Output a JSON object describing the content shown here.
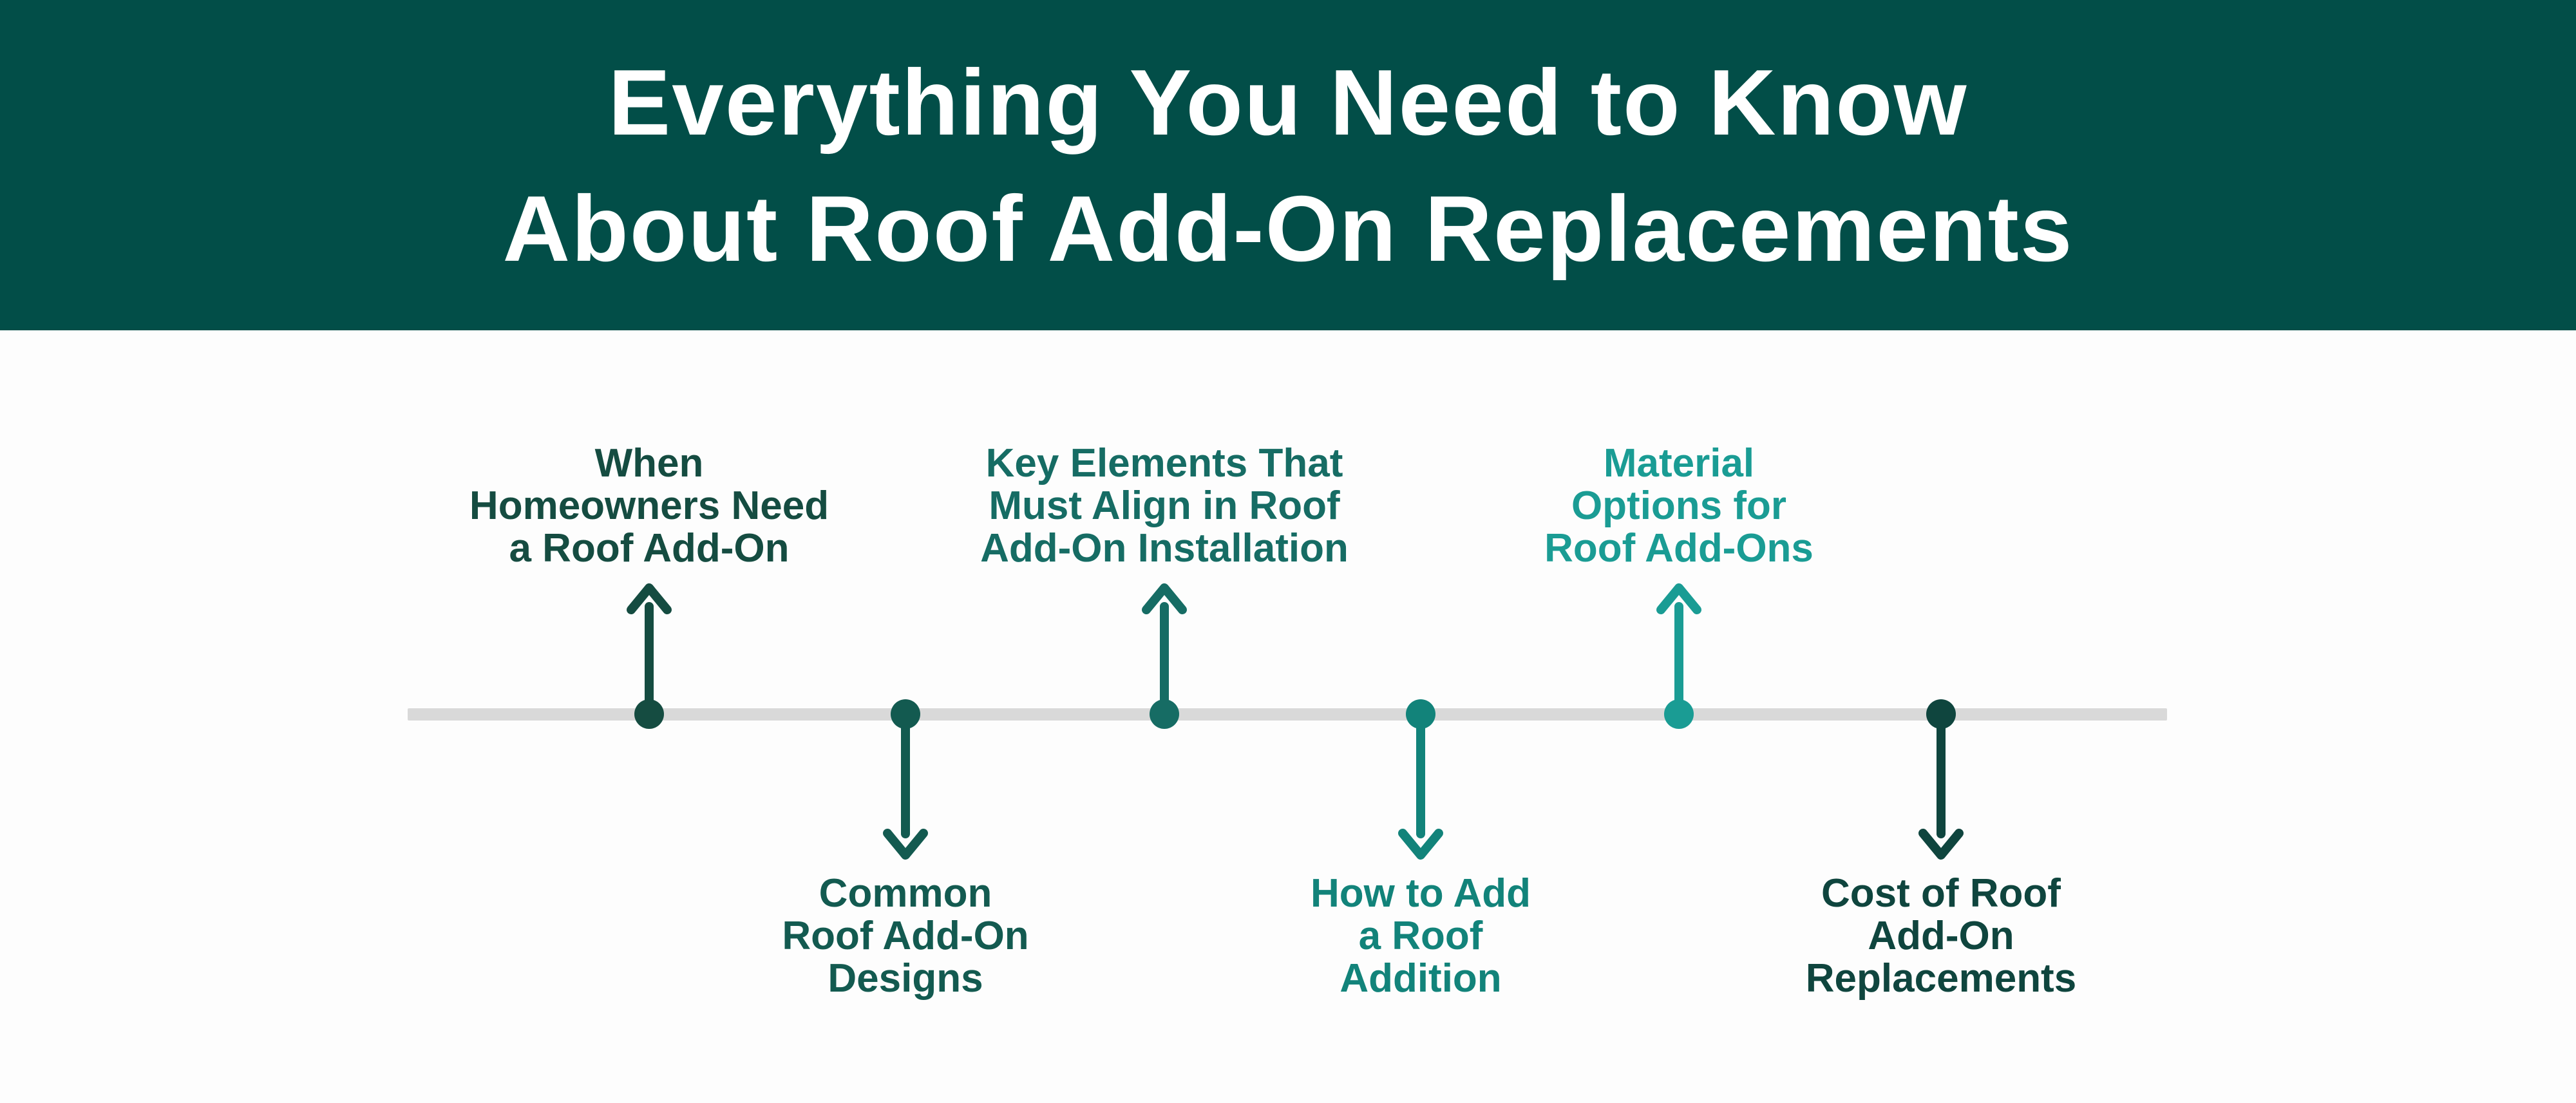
{
  "page": {
    "background_color": "#fdfdfd"
  },
  "header": {
    "background_color": "#024e48",
    "text_color": "#ffffff",
    "title_line1": "Everything You Need to Know",
    "title_line2": "About Roof Add-On Replacements"
  },
  "icons": {
    "up_arrow": "↑",
    "down_arrow": "↓",
    "dot": "●"
  },
  "timeline": {
    "line_color": "#d9d9d9",
    "items": [
      {
        "lines": [
          "When",
          "Homeowners Need",
          "a Roof Add-On"
        ],
        "color": "#154c41",
        "direction": "up"
      },
      {
        "lines": [
          "Common",
          "Roof Add-On",
          "Designs"
        ],
        "color": "#135a50",
        "direction": "down"
      },
      {
        "lines": [
          "Key Elements That",
          "Must Align in Roof",
          "Add-On Installation"
        ],
        "color": "#166c64",
        "direction": "up"
      },
      {
        "lines": [
          "How to Add",
          "a Roof",
          "Addition"
        ],
        "color": "#12837a",
        "direction": "down"
      },
      {
        "lines": [
          "Material",
          "Options for",
          "Roof Add-Ons"
        ],
        "color": "#1a9c94",
        "direction": "up"
      },
      {
        "lines": [
          "Cost of Roof",
          "Add-On",
          "Replacements"
        ],
        "color": "#0f453e",
        "direction": "down"
      }
    ]
  }
}
